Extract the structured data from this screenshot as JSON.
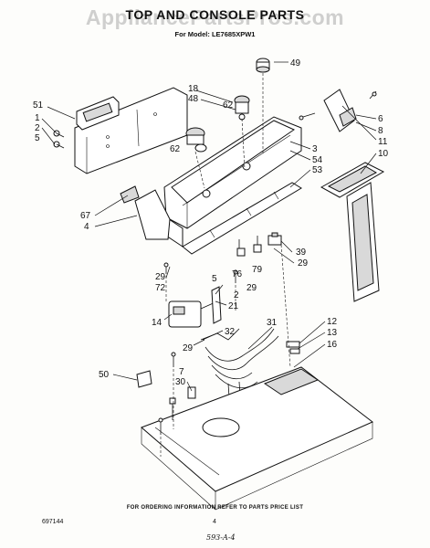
{
  "watermark": "AppliancePartsPros.com",
  "title": "TOP AND CONSOLE PARTS",
  "model_line": "For Model: LE7685XPW1",
  "footer_info": "FOR ORDERING INFORMATION REFER TO PARTS PRICE LIST",
  "doc_number": "697144",
  "page_number": "4",
  "handwritten_note": "593-A-4",
  "callouts": {
    "c49": "49",
    "c18": "18",
    "c48": "48",
    "c62a": "62",
    "c62b": "62",
    "c51": "51",
    "c1": "1",
    "c2a": "2",
    "c5a": "5",
    "c6": "6",
    "c8": "8",
    "c11": "11",
    "c10": "10",
    "c3": "3",
    "c54": "54",
    "c53": "53",
    "c67": "67",
    "c4": "4",
    "c39": "39",
    "c29a": "29",
    "c29b": "29",
    "c29c": "29",
    "c29d": "29",
    "c72": "72",
    "c5b": "5",
    "c76": "76",
    "c79": "79",
    "c2b": "2",
    "c21": "21",
    "c14": "14",
    "c32": "32",
    "c31": "31",
    "c12": "12",
    "c13": "13",
    "c16": "16",
    "c50": "50",
    "c7": "7",
    "c30": "30"
  }
}
